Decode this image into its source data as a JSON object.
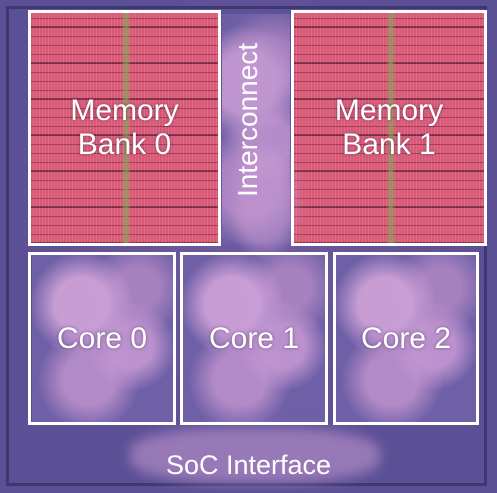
{
  "blocks": {
    "memory_bank_0": {
      "line1": "Memory",
      "line2": "Bank 0"
    },
    "memory_bank_1": {
      "line1": "Memory",
      "line2": "Bank 1"
    },
    "core_0": {
      "label": "Core 0"
    },
    "core_1": {
      "label": "Core 1"
    },
    "core_2": {
      "label": "Core 2"
    },
    "interconnect": {
      "label": "Interconnect"
    },
    "soc_interface": {
      "label": "SoC Interface"
    }
  },
  "colors": {
    "memory": "#d95a77",
    "logic": "#6e5fa6",
    "die_background": "#5b4f95",
    "outline": "#ffffff"
  }
}
